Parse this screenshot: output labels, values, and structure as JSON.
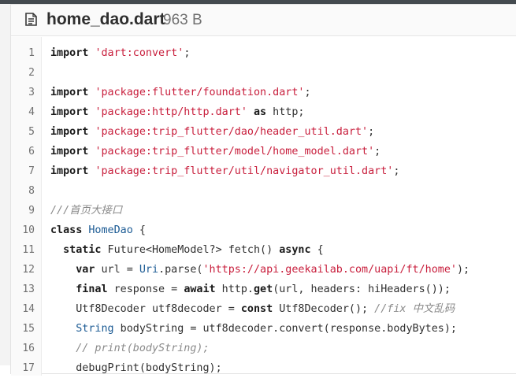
{
  "file": {
    "name": "home_dao.dart",
    "size": "963 B",
    "icon": "file-document-icon"
  },
  "code_lines": [
    {
      "n": "1",
      "tokens": [
        {
          "t": "import",
          "k": "kw"
        },
        {
          "t": " ",
          "k": ""
        },
        {
          "t": "'dart:convert'",
          "k": "str"
        },
        {
          "t": ";",
          "k": ""
        }
      ]
    },
    {
      "n": "2",
      "tokens": []
    },
    {
      "n": "3",
      "tokens": [
        {
          "t": "import",
          "k": "kw"
        },
        {
          "t": " ",
          "k": ""
        },
        {
          "t": "'package:flutter/foundation.dart'",
          "k": "str"
        },
        {
          "t": ";",
          "k": ""
        }
      ]
    },
    {
      "n": "4",
      "tokens": [
        {
          "t": "import",
          "k": "kw"
        },
        {
          "t": " ",
          "k": ""
        },
        {
          "t": "'package:http/http.dart'",
          "k": "str"
        },
        {
          "t": " ",
          "k": ""
        },
        {
          "t": "as",
          "k": "kw"
        },
        {
          "t": " http;",
          "k": ""
        }
      ]
    },
    {
      "n": "5",
      "tokens": [
        {
          "t": "import",
          "k": "kw"
        },
        {
          "t": " ",
          "k": ""
        },
        {
          "t": "'package:trip_flutter/dao/header_util.dart'",
          "k": "str"
        },
        {
          "t": ";",
          "k": ""
        }
      ]
    },
    {
      "n": "6",
      "tokens": [
        {
          "t": "import",
          "k": "kw"
        },
        {
          "t": " ",
          "k": ""
        },
        {
          "t": "'package:trip_flutter/model/home_model.dart'",
          "k": "str"
        },
        {
          "t": ";",
          "k": ""
        }
      ]
    },
    {
      "n": "7",
      "tokens": [
        {
          "t": "import",
          "k": "kw"
        },
        {
          "t": " ",
          "k": ""
        },
        {
          "t": "'package:trip_flutter/util/navigator_util.dart'",
          "k": "str"
        },
        {
          "t": ";",
          "k": ""
        }
      ]
    },
    {
      "n": "8",
      "tokens": []
    },
    {
      "n": "9",
      "tokens": [
        {
          "t": "///首页大接口",
          "k": "cmt"
        }
      ]
    },
    {
      "n": "10",
      "tokens": [
        {
          "t": "class",
          "k": "kw"
        },
        {
          "t": " ",
          "k": ""
        },
        {
          "t": "HomeDao",
          "k": "cls"
        },
        {
          "t": " {",
          "k": ""
        }
      ]
    },
    {
      "n": "11",
      "tokens": [
        {
          "t": "  ",
          "k": ""
        },
        {
          "t": "static",
          "k": "kw"
        },
        {
          "t": " Future<HomeModel?> fetch() ",
          "k": ""
        },
        {
          "t": "async",
          "k": "kw"
        },
        {
          "t": " {",
          "k": ""
        }
      ]
    },
    {
      "n": "12",
      "tokens": [
        {
          "t": "    ",
          "k": ""
        },
        {
          "t": "var",
          "k": "kw"
        },
        {
          "t": " url = ",
          "k": ""
        },
        {
          "t": "Uri",
          "k": "cls"
        },
        {
          "t": ".parse(",
          "k": ""
        },
        {
          "t": "'https://api.geekailab.com/uapi/ft/home'",
          "k": "str"
        },
        {
          "t": ");",
          "k": ""
        }
      ]
    },
    {
      "n": "13",
      "tokens": [
        {
          "t": "    ",
          "k": ""
        },
        {
          "t": "final",
          "k": "kw"
        },
        {
          "t": " response = ",
          "k": ""
        },
        {
          "t": "await",
          "k": "kw"
        },
        {
          "t": " http.",
          "k": ""
        },
        {
          "t": "get",
          "k": "kw"
        },
        {
          "t": "(url, headers: hiHeaders());",
          "k": ""
        }
      ]
    },
    {
      "n": "14",
      "tokens": [
        {
          "t": "    Utf8Decoder utf8decoder = ",
          "k": ""
        },
        {
          "t": "const",
          "k": "kw"
        },
        {
          "t": " Utf8Decoder(); ",
          "k": ""
        },
        {
          "t": "//fix 中文乱码",
          "k": "cmt"
        }
      ]
    },
    {
      "n": "15",
      "tokens": [
        {
          "t": "    ",
          "k": ""
        },
        {
          "t": "String",
          "k": "cls"
        },
        {
          "t": " bodyString = utf8decoder.convert(response.bodyBytes);",
          "k": ""
        }
      ]
    },
    {
      "n": "16",
      "tokens": [
        {
          "t": "    ",
          "k": ""
        },
        {
          "t": "// print(bodyString);",
          "k": "cmt"
        }
      ]
    },
    {
      "n": "17",
      "tokens": [
        {
          "t": "    debugPrint(bodyString);",
          "k": ""
        }
      ]
    }
  ]
}
